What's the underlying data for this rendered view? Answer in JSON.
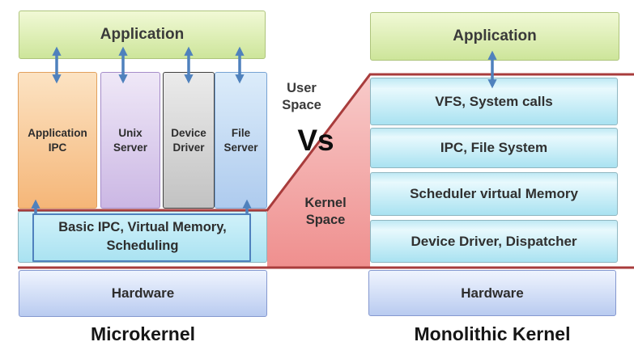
{
  "middle": {
    "user_space": "User\nSpace",
    "versus": "Vs",
    "kernel_space": "Kernel\nSpace"
  },
  "microkernel": {
    "application": "Application",
    "columns": [
      {
        "label": "Application\nIPC"
      },
      {
        "label": "Unix\nServer"
      },
      {
        "label": "Device\nDriver"
      },
      {
        "label": "File\nServer"
      }
    ],
    "kernel_box": "Basic IPC, Virtual Memory,\nScheduling",
    "hardware": "Hardware",
    "caption": "Microkernel"
  },
  "monolithic": {
    "application": "Application",
    "layers": [
      "VFS, System calls",
      "IPC, File System",
      "Scheduler virtual Memory",
      "Device Driver, Dispatcher"
    ],
    "hardware": "Hardware",
    "caption": "Monolithic Kernel"
  },
  "colors": {
    "app_green_top": "#f1f9d6",
    "app_green_bottom": "#cde59a",
    "app_green_border": "#aec47c",
    "ipc_orange_top": "#fce3c3",
    "ipc_orange_bottom": "#f5b678",
    "ipc_orange_border": "#e2a05c",
    "unix_purple_top": "#efe8f7",
    "unix_purple_bottom": "#cbb7e4",
    "unix_purple_border": "#a58cc9",
    "device_gray_top": "#ebebeb",
    "device_gray_bottom": "#c2c2c2",
    "device_gray_border": "#3f3f3f",
    "file_blue_top": "#dcecfa",
    "file_blue_bottom": "#aecbee",
    "file_blue_border": "#76a2d3",
    "cyan_top": "#bfe9f4",
    "cyan_light": "#e8f9fd",
    "cyan_mid": "#d2f2fa",
    "cyan_bottom": "#a9e2f1",
    "cyan_border": "#8fb6c0",
    "hardware_top": "#eff4fe",
    "hardware_bottom": "#b9cbf0",
    "hardware_border": "#8598cf",
    "pink_top": "#f8cbca",
    "pink_bottom": "#ef8f8e",
    "red_line": "#a83c3c",
    "arrow_blue": "#4f81bd",
    "outline_blue": "#4f81bd"
  }
}
